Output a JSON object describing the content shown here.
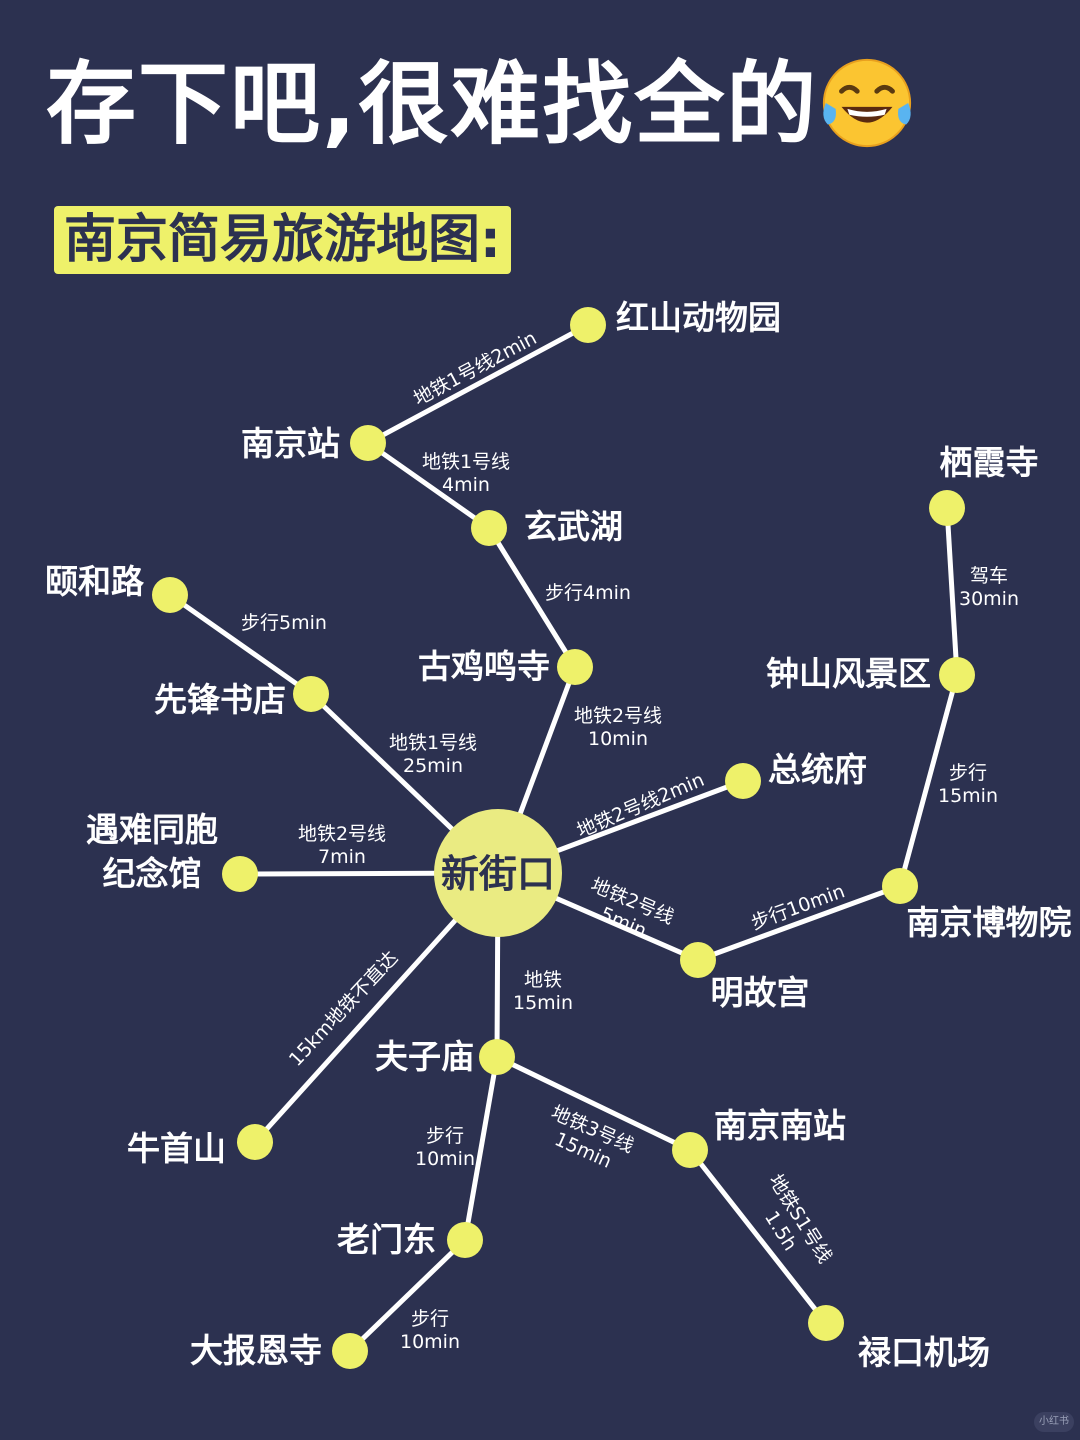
{
  "header": {
    "title": "存下吧,很难找全的",
    "emoji": "face-with-tears-of-joy-icon",
    "subtitle": "南京简易旅游地图:"
  },
  "colors": {
    "background": "#2c3150",
    "node": "#eef16a",
    "line": "#ffffff",
    "hub": "#eaeb82"
  },
  "hub": {
    "id": "xinjiekou",
    "label": "新街口"
  },
  "stations": [
    {
      "id": "hongshan",
      "label": "红山动物园"
    },
    {
      "id": "nanjingzhan",
      "label": "南京站"
    },
    {
      "id": "xuanwuhu",
      "label": "玄武湖"
    },
    {
      "id": "yiheru",
      "label": "颐和路"
    },
    {
      "id": "xianfeng",
      "label": "先锋书店"
    },
    {
      "id": "jimingsi",
      "label": "古鸡鸣寺"
    },
    {
      "id": "qixiasi",
      "label": "栖霞寺"
    },
    {
      "id": "zhongshan",
      "label": "钟山风景区"
    },
    {
      "id": "zongtongfu",
      "label": "总统府"
    },
    {
      "id": "yunan_1",
      "label": "遇难同胞"
    },
    {
      "id": "yunan_2",
      "label": "纪念馆"
    },
    {
      "id": "bowuyuan",
      "label": "南京博物院"
    },
    {
      "id": "minggugong",
      "label": "明故宫"
    },
    {
      "id": "fuzimiao",
      "label": "夫子庙"
    },
    {
      "id": "niushoushan",
      "label": "牛首山"
    },
    {
      "id": "nanjingnan",
      "label": "南京南站"
    },
    {
      "id": "laomendong",
      "label": "老门东"
    },
    {
      "id": "dabaoensi",
      "label": "大报恩寺"
    },
    {
      "id": "lukou",
      "label": "禄口机场"
    }
  ],
  "routes": [
    {
      "id": "r-nanjingzhan-hongshan",
      "lines": [
        "地铁1号线2min"
      ]
    },
    {
      "id": "r-nanjingzhan-xuanwuhu",
      "lines": [
        "地铁1号线",
        "4min"
      ]
    },
    {
      "id": "r-xuanwuhu-jimingsi",
      "lines": [
        "步行4min"
      ]
    },
    {
      "id": "r-yiheru-xianfeng",
      "lines": [
        "步行5min"
      ]
    },
    {
      "id": "r-xianfeng-hub",
      "lines": [
        "地铁1号线",
        "25min"
      ]
    },
    {
      "id": "r-jimingsi-hub",
      "lines": [
        "地铁2号线",
        "10min"
      ]
    },
    {
      "id": "r-qixiasi-zhongshan",
      "lines": [
        "驾车",
        "30min"
      ]
    },
    {
      "id": "r-zhongshan-bowuyuan",
      "lines": [
        "步行",
        "15min"
      ]
    },
    {
      "id": "r-hub-zongtongfu",
      "lines": [
        "地铁2号线2min"
      ]
    },
    {
      "id": "r-yunan-hub",
      "lines": [
        "地铁2号线",
        "7min"
      ]
    },
    {
      "id": "r-hub-minggugong",
      "lines": [
        "地铁2号线",
        "5min"
      ]
    },
    {
      "id": "r-minggugong-bowuyuan",
      "lines": [
        "步行10min"
      ]
    },
    {
      "id": "r-hub-fuzimiao",
      "lines": [
        "地铁",
        "15min"
      ]
    },
    {
      "id": "r-hub-niushoushan",
      "lines": [
        "15km地铁不直达"
      ]
    },
    {
      "id": "r-fuzimiao-nanjingnan",
      "lines": [
        "地铁3号线",
        "15min"
      ]
    },
    {
      "id": "r-nanjingnan-lukou",
      "lines": [
        "地铁S1号线",
        "1.5h"
      ]
    },
    {
      "id": "r-fuzimiao-laomendong",
      "lines": [
        "步行",
        "10min"
      ]
    },
    {
      "id": "r-laomendong-dabaoensi",
      "lines": [
        "步行",
        "10min"
      ]
    }
  ],
  "watermark": "小红书"
}
